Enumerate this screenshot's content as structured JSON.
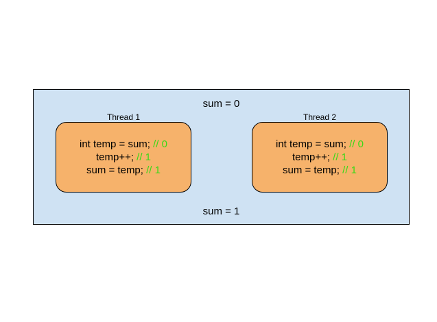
{
  "sum_before": "sum = 0",
  "sum_after": "sum = 1",
  "threads": [
    {
      "title": "Thread 1",
      "lines": [
        {
          "code": "int temp = sum; ",
          "comment": "// 0"
        },
        {
          "code": "temp++; ",
          "comment": "// 1"
        },
        {
          "code": "sum = temp; ",
          "comment": "// 1"
        }
      ]
    },
    {
      "title": "Thread 2",
      "lines": [
        {
          "code": "int temp = sum; ",
          "comment": "// 0"
        },
        {
          "code": "temp++; ",
          "comment": "// 1"
        },
        {
          "code": "sum = temp; ",
          "comment": "// 1"
        }
      ]
    }
  ],
  "colors": {
    "container_fill": "#cfe2f3",
    "thread_fill": "#f6b26b",
    "comment_text": "#38d917"
  }
}
